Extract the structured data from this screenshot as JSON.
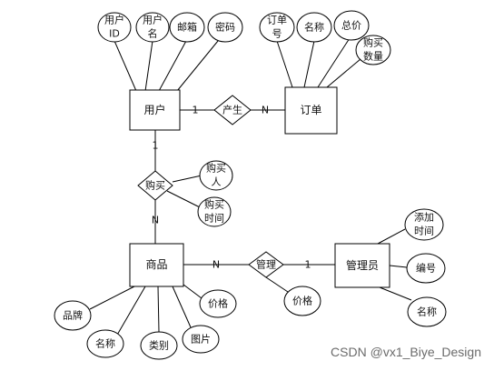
{
  "entities": {
    "user": "用户",
    "order": "订单",
    "product": "商品",
    "admin": "管理员"
  },
  "relationships": {
    "produce": "产生",
    "buy": "购买",
    "manage": "管理"
  },
  "attributes": {
    "user_id": [
      "用户",
      "ID"
    ],
    "user_name": [
      "用户",
      "名"
    ],
    "user_email": "邮箱",
    "user_password": "密码",
    "order_no": [
      "订单",
      "号"
    ],
    "order_name": "名称",
    "order_total": "总价",
    "order_quantity": [
      "购买",
      "数量"
    ],
    "buy_buyer": [
      "购买",
      "人"
    ],
    "buy_time": [
      "购买",
      "时间"
    ],
    "product_brand": "品牌",
    "product_name": "名称",
    "product_category": "类别",
    "product_image": "图片",
    "product_price": "价格",
    "manage_price": "价格",
    "admin_added_time": [
      "添加",
      "时间"
    ],
    "admin_number": "编号",
    "admin_name": "名称"
  },
  "cardinalities": {
    "user_produce": "1",
    "produce_order": "N",
    "user_buy": "1",
    "buy_product": "N",
    "product_manage": "N",
    "manage_admin": "1"
  },
  "watermark": "CSDN @vx1_Biye_Design"
}
